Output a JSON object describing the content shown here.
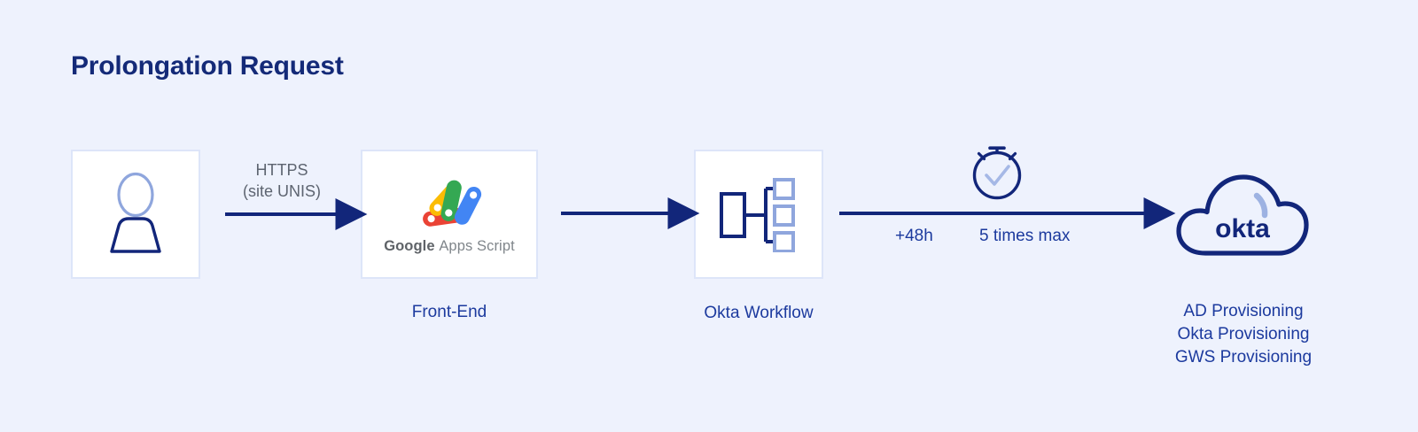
{
  "page": {
    "title": "Prolongation Request",
    "background_color": "#eef2fd",
    "accent_navy": "#12267a",
    "accent_blue": "#1c3a9e",
    "periwinkle": "#8fa6dd",
    "box_border": "#dde5f9"
  },
  "nodes": [
    {
      "id": "user",
      "icon": "person-icon",
      "label": ""
    },
    {
      "id": "google-apps-script",
      "icon": "google-apps-script-logo",
      "wordmark_bold": "Google",
      "wordmark_light": "Apps Script",
      "label": "Front-End"
    },
    {
      "id": "okta-workflow",
      "icon": "workflow-tree-icon",
      "label": "Okta Workflow"
    },
    {
      "id": "okta-cloud",
      "icon": "okta-cloud-icon",
      "wordmark": "okta",
      "label_lines": [
        "AD Provisioning",
        "Okta Provisioning",
        "GWS Provisioning"
      ]
    }
  ],
  "arrows": [
    {
      "id": "user-to-frontend",
      "label_line1": "HTTPS",
      "label_line2": "(site UNIS)",
      "color": "#12267a"
    },
    {
      "id": "frontend-to-workflow",
      "label_line1": "",
      "label_line2": "",
      "color": "#12267a"
    },
    {
      "id": "workflow-to-okta",
      "below_label_1": "+48h",
      "below_label_2": "5 times max",
      "icon": "stopwatch-icon",
      "color": "#12267a"
    }
  ]
}
